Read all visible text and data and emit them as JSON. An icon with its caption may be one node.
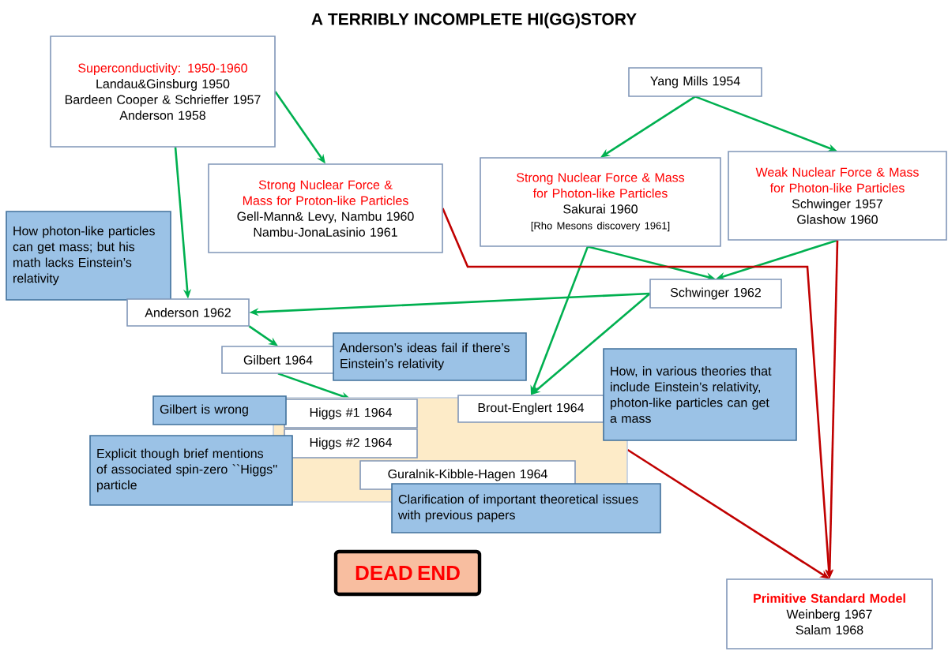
{
  "diagram": {
    "title": "A TERRIBLY INCOMPLETE HI(GG)STORY",
    "nodes": [
      {
        "text": [
          "Superconductivity: 1950-1960",
          "Landau&Ginsburg 1950",
          "Bardeen Cooper & Schrieffer 1957",
          "Anderson 1958"
        ]
      },
      {
        "text": [
          "Yang Mills 1954"
        ]
      },
      {
        "text": [
          "Strong Nuclear Force & Mass for Proton-like Particles",
          "Gell-Mann& Levy, Nambu 1960",
          "Nambu-JonaLasinio 1961"
        ]
      },
      {
        "text": [
          "Strong Nuclear Force & Mass for Photon-like Particles",
          "Sakurai 1960",
          "[Rho Mesons discovery 1961]"
        ]
      },
      {
        "text": [
          "Weak Nuclear Force & Mass for Photon-like Particles",
          "Schwinger 1957",
          "Glashow 1960"
        ]
      },
      {
        "text": [
          "How photon-like particles can get mass; but his math lacks Einstein’s relativity"
        ]
      },
      {
        "text": [
          "Schwinger 1962"
        ]
      },
      {
        "text": [
          "Anderson 1962"
        ]
      },
      {
        "text": [
          "Gilbert 1964"
        ]
      },
      {
        "text": [
          "Anderson’s ideas fail if there’s Einstein’s relativity"
        ]
      },
      {
        "text": [
          "How, in various theories that include Einstein’s relativity, photon-like particles can get a mass"
        ]
      },
      {
        "text": [],
        "shape": "box"
      },
      {
        "text": [
          "Brout-Englert 1964"
        ],
        "in": 11
      },
      {
        "text": [
          "Higgs #1 1964"
        ],
        "in": 11
      },
      {
        "text": [
          "Higgs #2 1964"
        ],
        "in": 11
      },
      {
        "text": [
          "Guralnik-Kibble-Hagen 1964"
        ],
        "in": 11
      },
      {
        "text": [
          "Gilbert is wrong"
        ]
      },
      {
        "text": [
          "Explicit though brief mentions of associated spin-zero ``Higgs'' particle"
        ]
      },
      {
        "text": [
          "Clarification of important theoretical issues with previous papers"
        ]
      },
      {
        "text": [
          "DEAD END"
        ]
      },
      {
        "text": [
          "Primitive Standard Model",
          "Weinberg 1967",
          "Salam 1968"
        ]
      }
    ],
    "edges": [
      {
        "from": 0,
        "to": 2,
        "arrow": "to"
      },
      {
        "from": 0,
        "to": 7,
        "arrow": "to"
      },
      {
        "from": 1,
        "to": 3,
        "arrow": "to"
      },
      {
        "from": 1,
        "to": 4,
        "arrow": "to"
      },
      {
        "from": 3,
        "to": 6,
        "arrow": "to"
      },
      {
        "from": 4,
        "to": 6,
        "arrow": "to"
      },
      {
        "from": 6,
        "to": 7,
        "arrow": "to"
      },
      {
        "from": 7,
        "to": 8,
        "arrow": "to"
      },
      {
        "from": 8,
        "to": 13,
        "arrow": "to"
      },
      {
        "from": 6,
        "to": 12,
        "arrow": "to"
      },
      {
        "from": 3,
        "to": 12,
        "arrow": "to"
      },
      {
        "from": 2,
        "to": 20,
        "arrow": "to",
        "color": "#c00000"
      },
      {
        "from": 4,
        "to": 20,
        "arrow": "to",
        "color": "#c00000"
      },
      {
        "from": 11,
        "to": 20,
        "arrow": "to",
        "color": "#c00000"
      }
    ]
  }
}
